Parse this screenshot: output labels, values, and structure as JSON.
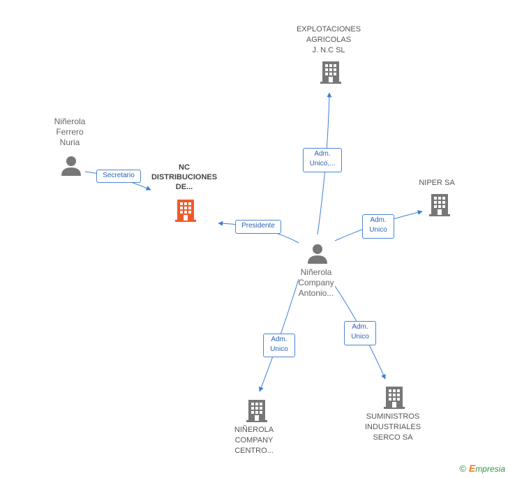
{
  "colors": {
    "edge": "#3d7fd6",
    "company_icon": "#777777",
    "main_company_icon": "#f05a28",
    "person_icon": "#777777",
    "label_text": "#555555",
    "brand_green": "#2d9a3c",
    "brand_orange": "#f07a1c"
  },
  "nodes": {
    "explotaciones": {
      "lines": [
        "EXPLOTACIONES",
        "AGRICOLAS",
        "J. N.C SL"
      ],
      "icon": "building-icon"
    },
    "ferrero": {
      "lines": [
        "Niñerola",
        "Ferrero",
        "Nuria"
      ],
      "icon": "person-icon"
    },
    "nc_distribuciones": {
      "lines": [
        "NC",
        "DISTRIBUCIONES",
        "DE..."
      ],
      "icon": "building-icon"
    },
    "niper": {
      "lines": [
        "NIPER SA"
      ],
      "icon": "building-icon"
    },
    "antonio": {
      "lines": [
        "Niñerola",
        "Company",
        "Antonio..."
      ],
      "icon": "person-icon"
    },
    "ninerola_centro": {
      "lines": [
        "NIÑEROLA",
        "COMPANY",
        "CENTRO..."
      ],
      "icon": "building-icon"
    },
    "suministros": {
      "lines": [
        "SUMINISTROS",
        "INDUSTRIALES",
        "SERCO SA"
      ],
      "icon": "building-icon"
    }
  },
  "edges": {
    "secretario": {
      "lines": [
        "Secretario"
      ]
    },
    "presidente": {
      "lines": [
        "Presidente"
      ]
    },
    "adm_explotaciones": {
      "lines": [
        "Adm.",
        "Unico,..."
      ]
    },
    "adm_niper": {
      "lines": [
        "Adm.",
        "Unico"
      ]
    },
    "adm_centro": {
      "lines": [
        "Adm.",
        "Unico"
      ]
    },
    "adm_suministros": {
      "lines": [
        "Adm.",
        "Unico"
      ]
    }
  },
  "footer": {
    "copyright": "©",
    "brand_first": "E",
    "brand_rest": "mpresia"
  }
}
